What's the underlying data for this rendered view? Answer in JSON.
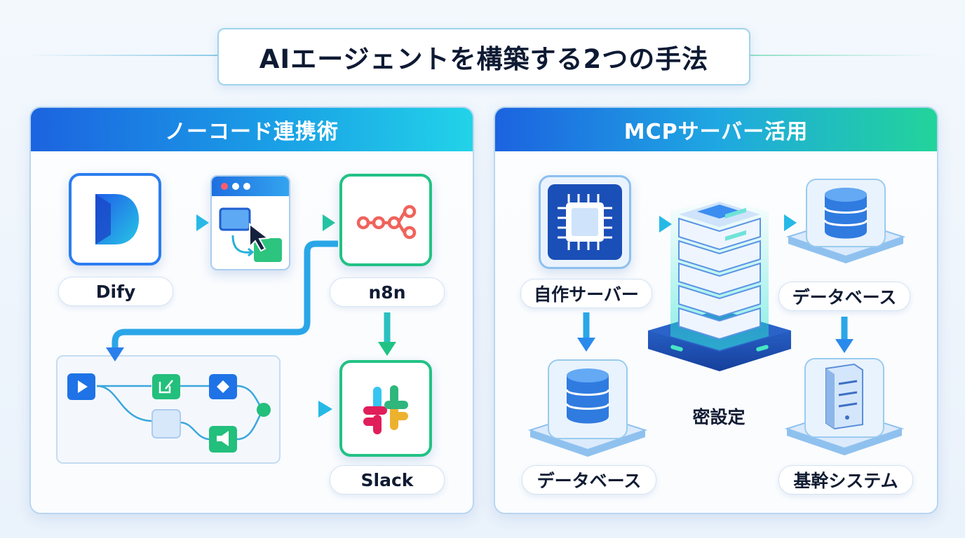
{
  "title": "AIエージェントを構築する2つの手法",
  "left_panel": {
    "heading": "ノーコード連携術",
    "nodes": {
      "dify": "Dify",
      "n8n": "n8n",
      "slack": "Slack"
    }
  },
  "right_panel": {
    "heading": "MCPサーバー活用",
    "nodes": {
      "custom_server": "自作サーバー",
      "database_top": "データベース",
      "database_bottom": "データベース",
      "server_config": "密設定",
      "core_system": "基幹システム"
    }
  },
  "colors": {
    "blue": "#1f6fe0",
    "cyan": "#1cc4df",
    "green": "#21c67a",
    "navy": "#0e1a33"
  }
}
